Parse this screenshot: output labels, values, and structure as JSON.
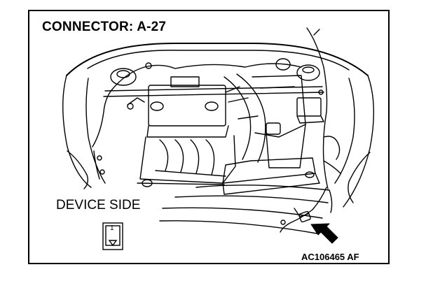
{
  "title": "CONNECTOR: A-27",
  "device_side_label": "DEVICE SIDE",
  "connector_pin": "1",
  "figure_code": "AC106465 AF",
  "icons": [
    "engine-bay-illustration-icon",
    "pointer-arrow-icon",
    "connector-face-icon"
  ]
}
